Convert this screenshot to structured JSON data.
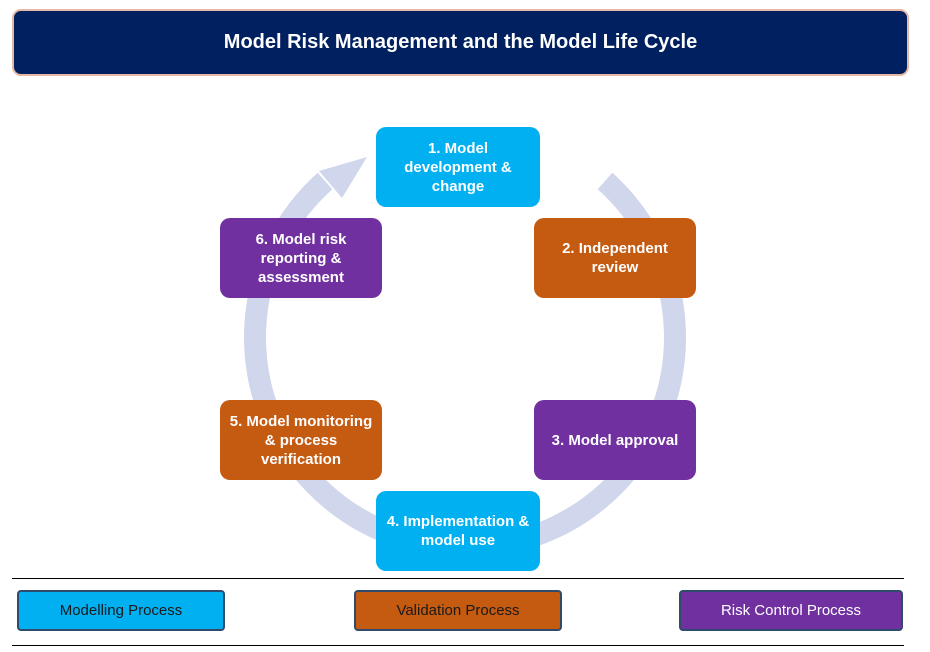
{
  "title": "Model Risk Management and the Model Life Cycle",
  "colors": {
    "title_bg": "#002060",
    "modelling": "#00b0f0",
    "validation": "#c55a11",
    "risk_control": "#7030a0",
    "cycle_ring": "#d0d6ec"
  },
  "stages": [
    {
      "label": "1. Model development & change",
      "process": "modelling"
    },
    {
      "label": "2. Independent review",
      "process": "validation"
    },
    {
      "label": "3. Model approval",
      "process": "risk"
    },
    {
      "label": "4. Implementation & model use",
      "process": "modelling"
    },
    {
      "label": "5. Model monitoring & process verification",
      "process": "validation"
    },
    {
      "label": "6. Model risk reporting & assessment",
      "process": "risk"
    }
  ],
  "legend": [
    {
      "label": "Modelling Process",
      "color": "#00b0f0"
    },
    {
      "label": "Validation Process",
      "color": "#c55a11"
    },
    {
      "label": "Risk Control Process",
      "color": "#7030a0"
    }
  ]
}
